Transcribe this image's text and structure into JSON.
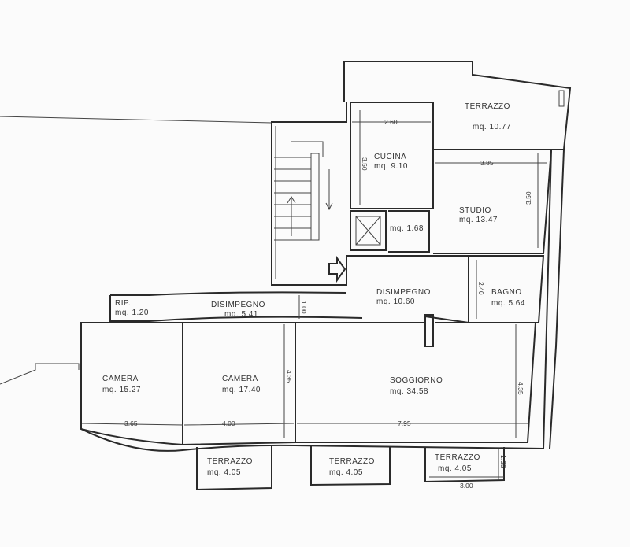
{
  "rooms": [
    {
      "id": "terrazzo-top",
      "name": "TERRAZZO",
      "area": "mq. 10.77"
    },
    {
      "id": "cucina",
      "name": "CUCINA",
      "area": "mq. 9.10"
    },
    {
      "id": "studio",
      "name": "STUDIO",
      "area": "mq. 13.47"
    },
    {
      "id": "ripostiglio-small",
      "name": "",
      "area": "mq. 1.68"
    },
    {
      "id": "disimpegno-main",
      "name": "DISIMPEGNO",
      "area": "mq. 10.60"
    },
    {
      "id": "bagno",
      "name": "BAGNO",
      "area": "mq. 5.64"
    },
    {
      "id": "rip",
      "name": "RIP.",
      "area": "mq. 1.20"
    },
    {
      "id": "disimpegno-left",
      "name": "DISIMPEGNO",
      "area": "mq. 5.41"
    },
    {
      "id": "camera-1",
      "name": "CAMERA",
      "area": "mq. 15.27"
    },
    {
      "id": "camera-2",
      "name": "CAMERA",
      "area": "mq. 17.40"
    },
    {
      "id": "soggiorno",
      "name": "SOGGIORNO",
      "area": "mq. 34.58"
    },
    {
      "id": "terrazzo-1",
      "name": "TERRAZZO",
      "area": "mq. 4.05"
    },
    {
      "id": "terrazzo-2",
      "name": "TERRAZZO",
      "area": "mq. 4.05"
    },
    {
      "id": "terrazzo-3",
      "name": "TERRAZZO",
      "area": "mq. 4.05"
    }
  ],
  "dimensions": {
    "cucina_w": "2.60",
    "cucina_h": "3.50",
    "studio_w": "3.85",
    "studio_h": "3.50",
    "bagno_h": "2.40",
    "disimpegno_left_h": "1.00",
    "camera1_w": "3.65",
    "camera2_w": "4.00",
    "camera2_h": "4.35",
    "soggiorno_w": "7.95",
    "soggiorno_h": "4.35",
    "terrazzo3_w": "3.00",
    "terrazzo3_h": "1.35"
  }
}
